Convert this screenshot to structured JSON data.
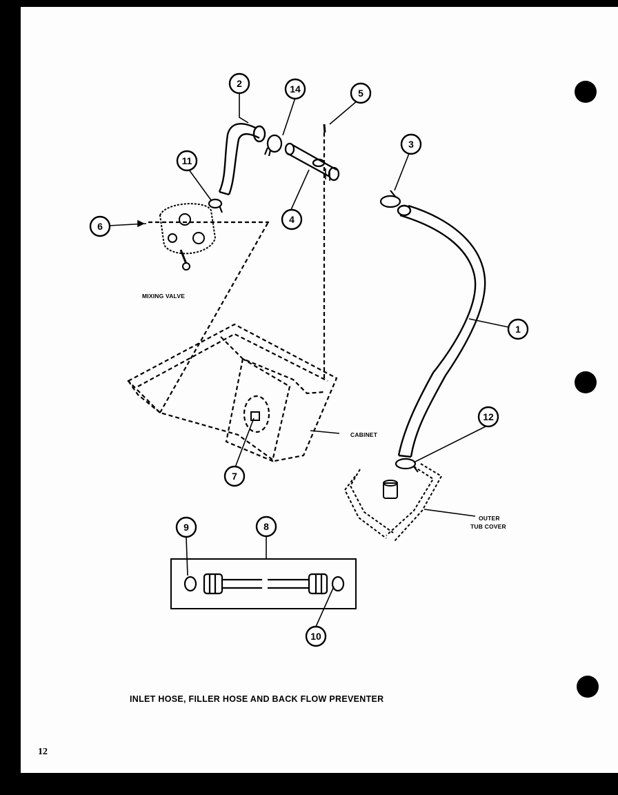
{
  "callouts": [
    "1",
    "2",
    "3",
    "4",
    "5",
    "6",
    "7",
    "8",
    "9",
    "10",
    "11",
    "12",
    "14"
  ],
  "labels": {
    "mixing_valve": "MIXING VALVE",
    "cabinet": "CABINET",
    "outer_tub_cover_line1": "OUTER",
    "outer_tub_cover_line2": "TUB COVER"
  },
  "caption": "INLET HOSE, FILLER HOSE AND BACK FLOW PREVENTER",
  "page_number": "12"
}
